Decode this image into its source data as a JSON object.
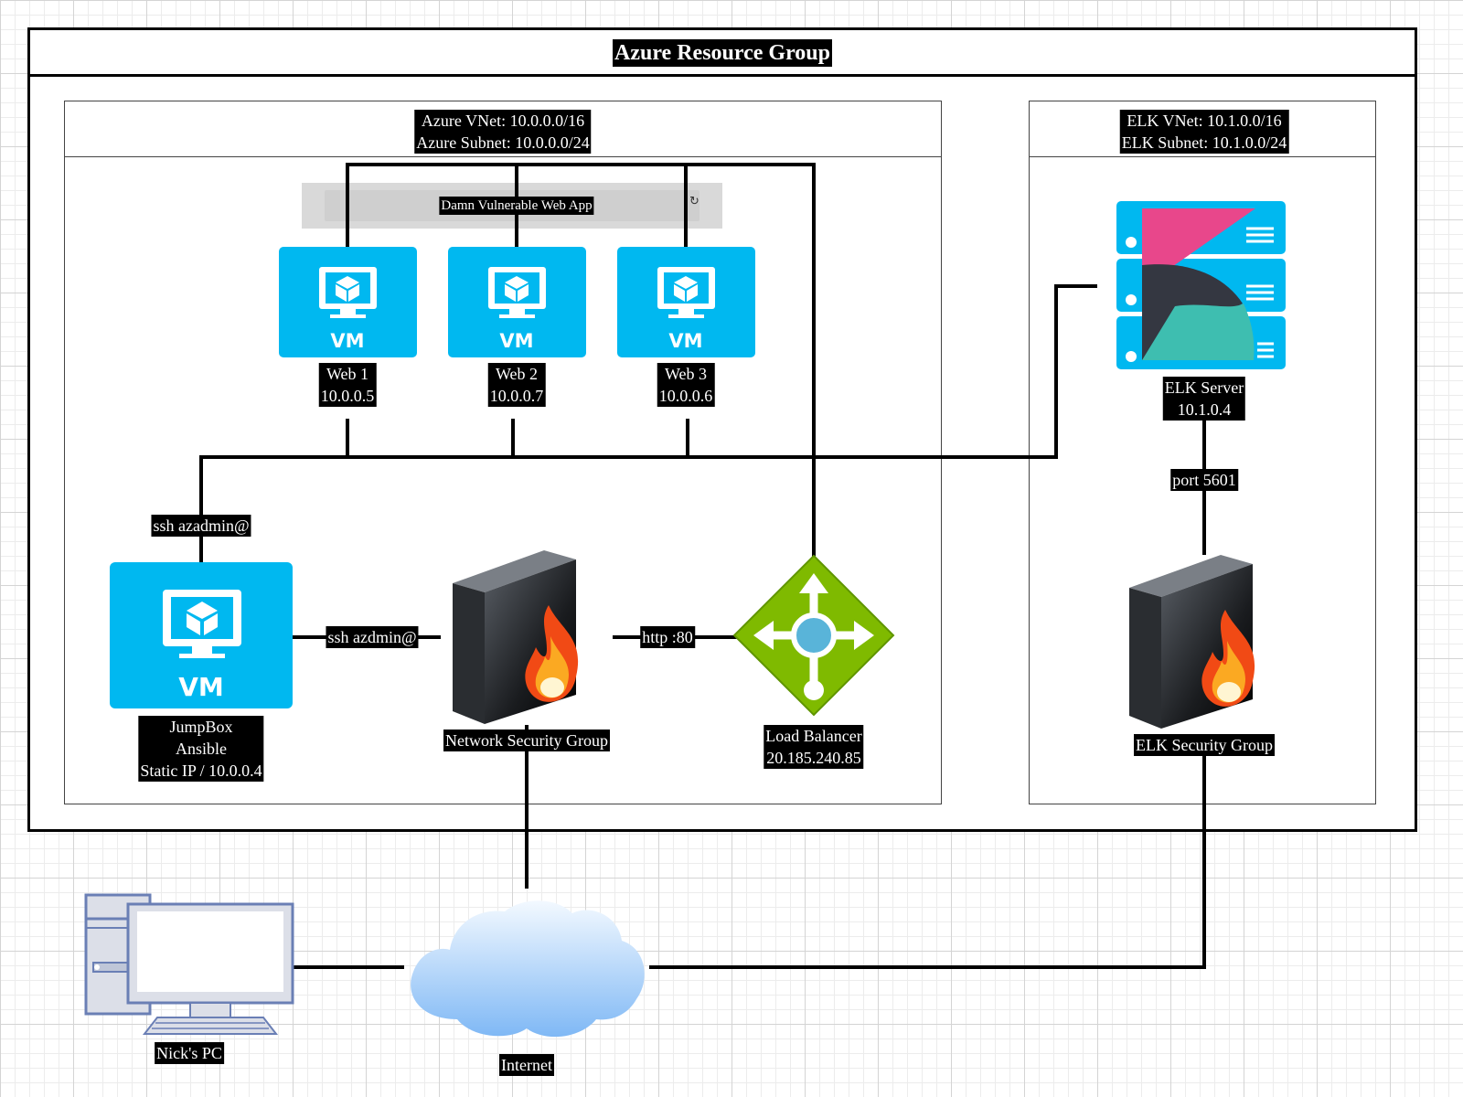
{
  "resource_group": {
    "title": "Azure Resource Group"
  },
  "azure_vnet": {
    "line1": "Azure VNet: 10.0.0.0/16",
    "line2": "Azure Subnet: 10.0.0.0/24"
  },
  "elk_vnet": {
    "line1": "ELK VNet: 10.1.0.0/16",
    "line2": "ELK Subnet: 10.1.0.0/24"
  },
  "dvwa": {
    "label": "Damn Vulnerable Web App"
  },
  "vms": [
    {
      "icon_text": "VM",
      "name": "Web 1",
      "ip": "10.0.0.5"
    },
    {
      "icon_text": "VM",
      "name": "Web 2",
      "ip": "10.0.0.7"
    },
    {
      "icon_text": "VM",
      "name": "Web 3",
      "ip": "10.0.0.6"
    }
  ],
  "jumpbox": {
    "icon_text": "VM",
    "line1": "JumpBox",
    "line2": "Ansible",
    "line3": "Static IP / 10.0.0.4"
  },
  "nsg": {
    "label": "Network Security Group"
  },
  "load_balancer": {
    "name": "Load Balancer",
    "ip": "20.185.240.85"
  },
  "elk_server": {
    "name": "ELK Server",
    "ip": "10.1.0.4"
  },
  "elk_nsg": {
    "label": "ELK Security Group"
  },
  "pc": {
    "label": "Nick's PC"
  },
  "internet": {
    "label": "Internet"
  },
  "connections": {
    "ssh_vertical": "ssh azadmin@",
    "ssh_horizontal": "ssh azdmin@",
    "http": "http :80",
    "kibana_port": "port 5601"
  },
  "colors": {
    "vm_blue": "#00b8f0",
    "lb_green": "#7fba00",
    "kibana_pink": "#e8478b",
    "kibana_teal": "#3ebeb0",
    "cloud_blue": "#9ecdf8",
    "pc_outline": "#6a7fb5"
  }
}
